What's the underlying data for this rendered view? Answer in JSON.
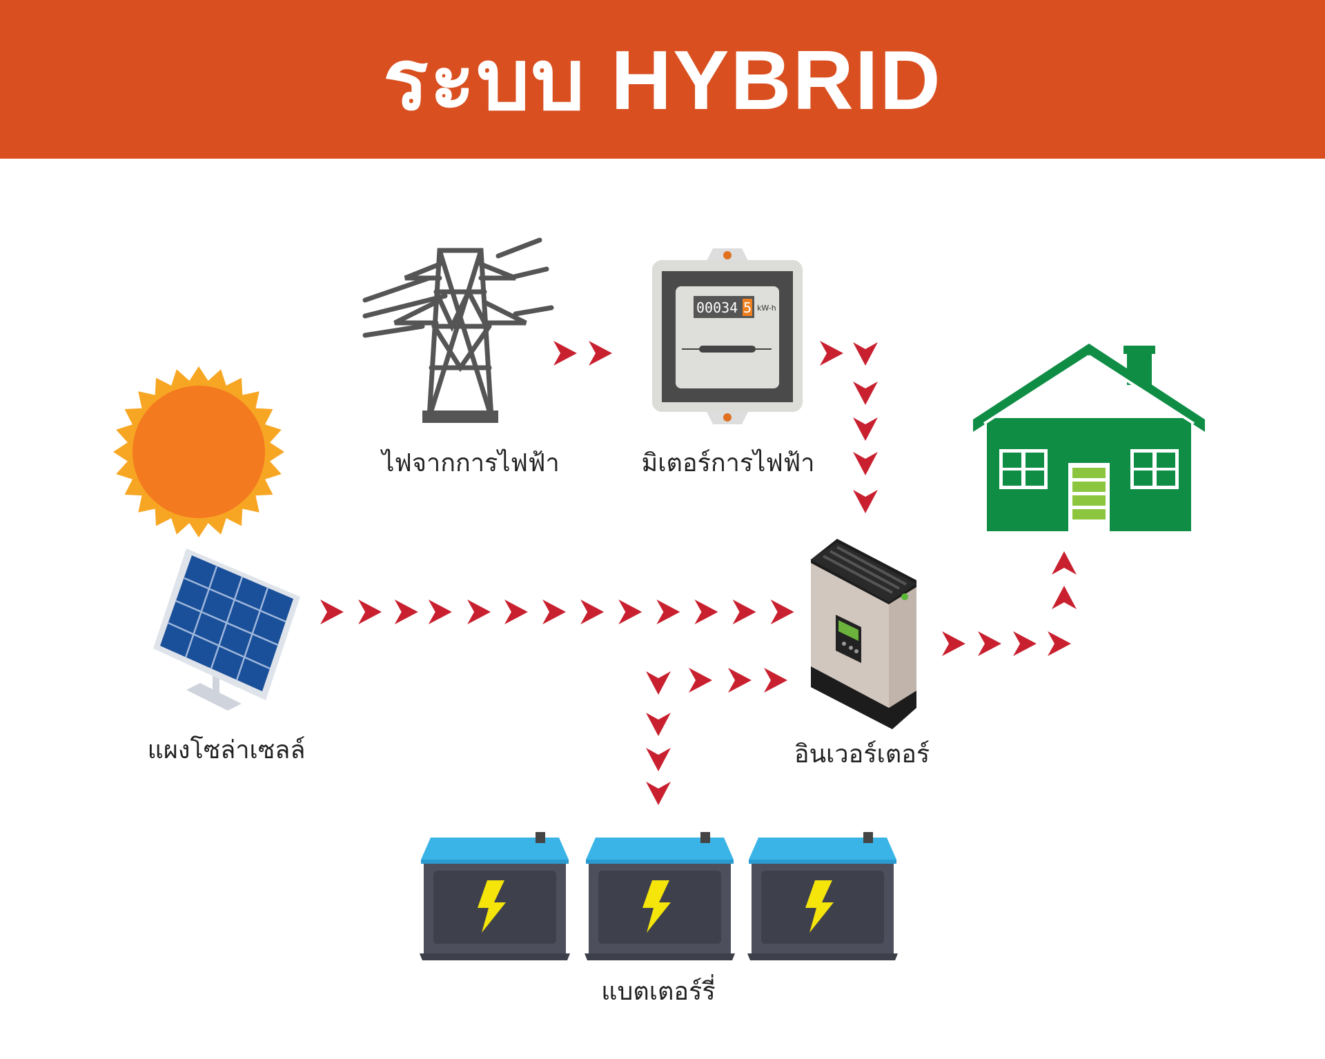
{
  "header": {
    "title": "ระบบ HYBRID"
  },
  "labels": {
    "grid": "ไฟจากการไฟฟ้า",
    "meter": "มิเตอร์การไฟฟ้า",
    "solar": "แผงโซล่าเซลล์",
    "inverter": "อินเวอร์เตอร์",
    "battery": "แบตเตอร์รี่"
  },
  "meter": {
    "digits": "00034",
    "last_digit": "5",
    "unit": "kW-h"
  },
  "colors": {
    "header": "#d94f20",
    "arrow": "#c8202f",
    "house": "#0f8d45",
    "battery_top": "#3ab4e6",
    "sun": "#f47a20"
  }
}
